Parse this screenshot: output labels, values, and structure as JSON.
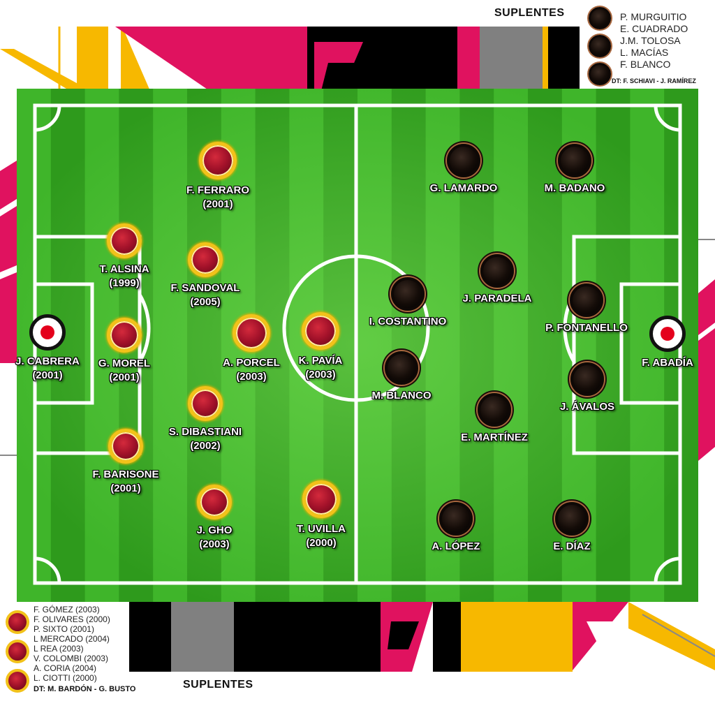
{
  "colors": {
    "pitch_dark": "#2e9a1c",
    "pitch_light": "#3fb52a",
    "home_disc": "#a3122a",
    "home_rim": "#f2c21a",
    "away_disc": "#140c08",
    "away_rim": "#a8673e",
    "accent_pink": "#e0125f",
    "accent_yellow": "#f7b800"
  },
  "away_bench": {
    "title": "SUPLENTES",
    "players": [
      "P. MURGUITIO",
      "E. CUADRADO",
      "J.M. TOLOSA",
      "L. MACÍAS",
      "F. BLANCO"
    ],
    "coach": "DT: F. SCHIAVI - J. RAMÍREZ"
  },
  "home_bench": {
    "title": "SUPLENTES",
    "players": [
      "F. GÓMEZ (2003)",
      "F. OLIVARES (2000)",
      "P. SIXTO (2001)",
      "L MERCADO (2004)",
      "L REA (2003)",
      "V. COLOMBI (2003)",
      "A. CORIA (2004)",
      "L. CIOTTI (2000)"
    ],
    "coach": "DT: M. BARDÓN - G. BUSTO"
  },
  "home_players": [
    {
      "name": "J. CABRERA",
      "year": "(2001)",
      "role": "gk"
    },
    {
      "name": "G. MOREL",
      "year": "(2001)",
      "role": "field"
    },
    {
      "name": "T. ALSINA",
      "year": "(1999)",
      "role": "field"
    },
    {
      "name": "F. BARISONE",
      "year": "(2001)",
      "role": "field"
    },
    {
      "name": "F. FERRARO",
      "year": "(2001)",
      "role": "field"
    },
    {
      "name": "F. SANDOVAL",
      "year": "(2005)",
      "role": "field"
    },
    {
      "name": "A. PORCEL",
      "year": "(2003)",
      "role": "field"
    },
    {
      "name": "S. DIBASTIANI",
      "year": "(2002)",
      "role": "field"
    },
    {
      "name": "J. GHO",
      "year": "(2003)",
      "role": "field"
    },
    {
      "name": "K. PAVÍA",
      "year": "(2003)",
      "role": "field"
    },
    {
      "name": "T. UVILLA",
      "year": "(2000)",
      "role": "field"
    }
  ],
  "away_players": [
    {
      "name": "F. ABADÍA",
      "role": "gk"
    },
    {
      "name": "G. LAMARDO",
      "role": "field"
    },
    {
      "name": "M. BADANO",
      "role": "field"
    },
    {
      "name": "J. PARADELA",
      "role": "field"
    },
    {
      "name": "I. COSTANTINO",
      "role": "field"
    },
    {
      "name": "P. FONTANELLO",
      "role": "field"
    },
    {
      "name": "M. BLANCO",
      "role": "field"
    },
    {
      "name": "J. ÁVALOS",
      "role": "field"
    },
    {
      "name": "E. MARTÍNEZ",
      "role": "field"
    },
    {
      "name": "A. LÓPEZ",
      "role": "field"
    },
    {
      "name": "E. DÍAZ",
      "role": "field"
    }
  ]
}
